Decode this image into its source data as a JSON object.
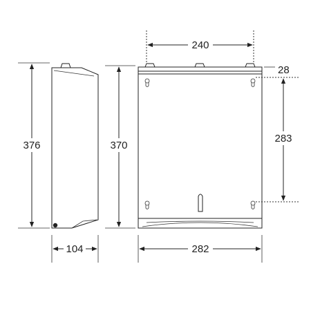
{
  "dimensions": {
    "side_height": "376",
    "front_height": "370",
    "top_width": "240",
    "top_offset": "28",
    "mount_spacing": "283",
    "side_depth": "104",
    "front_width": "282"
  },
  "colors": {
    "line": "#222222",
    "background": "#ffffff"
  }
}
